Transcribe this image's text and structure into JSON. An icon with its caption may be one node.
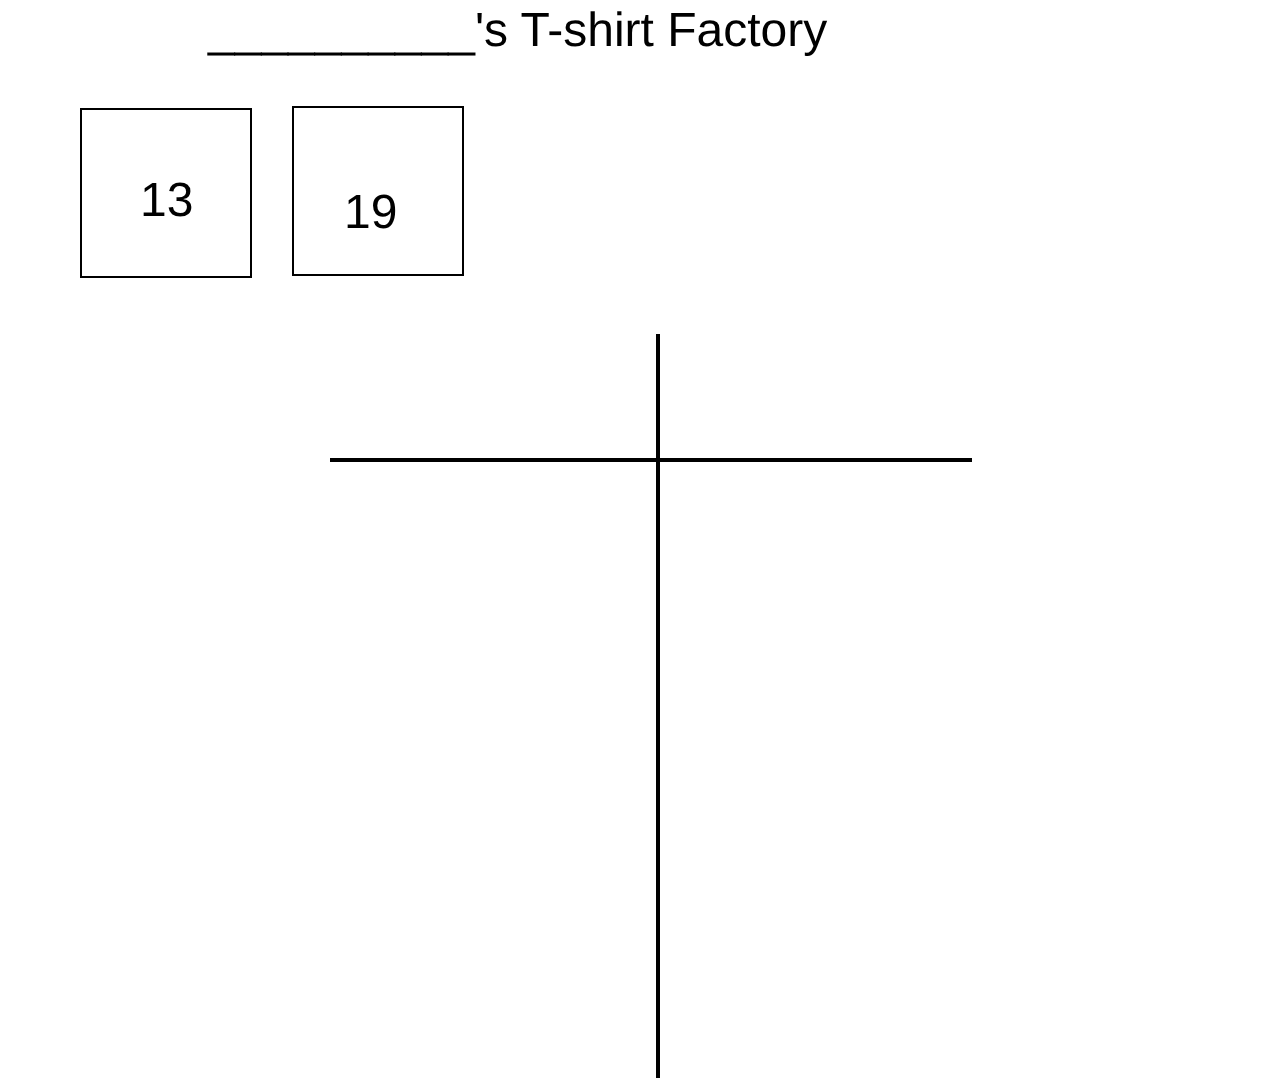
{
  "diagram": {
    "title": "__________'s T-shirt Factory",
    "nodes": [
      {
        "text": [
          "13"
        ]
      },
      {
        "text": [
          "19"
        ]
      }
    ]
  }
}
